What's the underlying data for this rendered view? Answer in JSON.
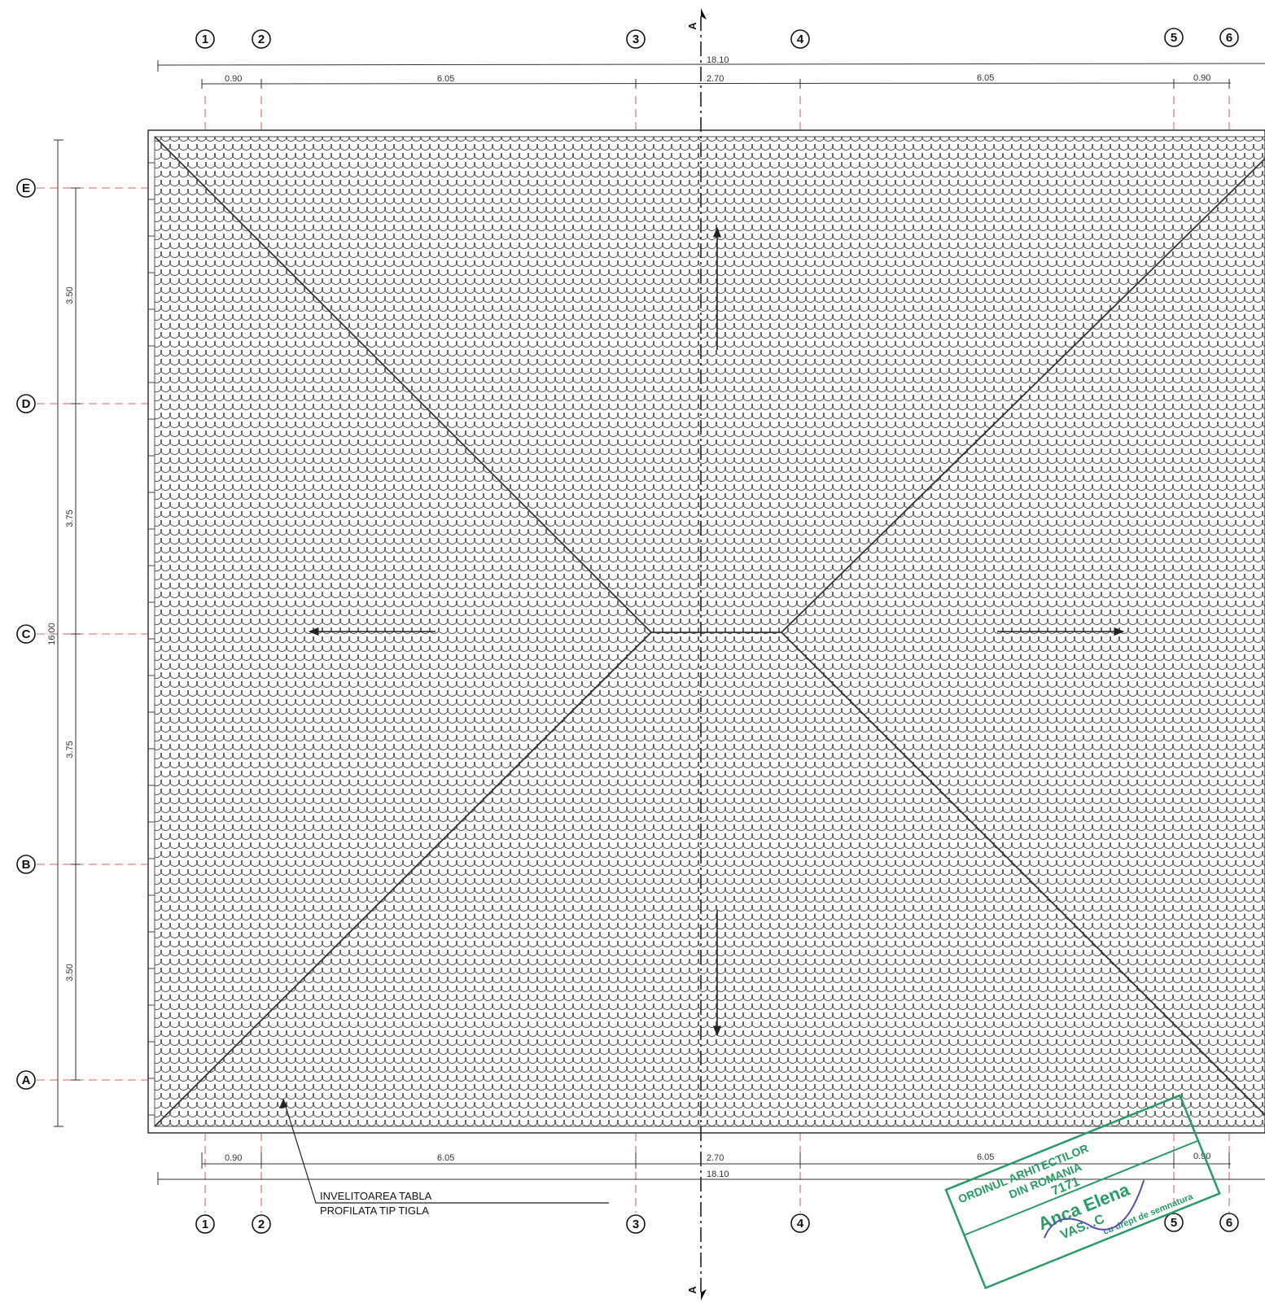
{
  "grid_axes": {
    "vertical": [
      "1",
      "2",
      "3",
      "4",
      "5",
      "6"
    ],
    "horizontal": [
      "E",
      "D",
      "C",
      "B",
      "A"
    ]
  },
  "section_marker": "A",
  "dimensions": {
    "top_total": "18.10",
    "top_segments": [
      "0.90",
      "6.05",
      "2.70",
      "6.05",
      "0.90"
    ],
    "bottom_segments": [
      "0.90",
      "6.05",
      "2.70",
      "6.05",
      "0.90"
    ],
    "bottom_total": "18.10",
    "left_total": "16.00",
    "left_segments": [
      "3.50",
      "3.75",
      "3.75",
      "3.50"
    ]
  },
  "annotation": {
    "line1": "INVELITOAREA TABLA",
    "line2": "PROFILATA TIP TIGLA"
  },
  "stamp": {
    "line1": "ORDINUL ARHITECTILOR",
    "line2": "DIN ROMANIA",
    "number": "7171",
    "name": "Anca Elena",
    "name2": "VAS...C",
    "footer": "cu drept de semnatura",
    "color": "#2a9a6a"
  },
  "colors": {
    "line": "#333333",
    "tile": "#555555",
    "axis_dash": "#cc3333"
  }
}
